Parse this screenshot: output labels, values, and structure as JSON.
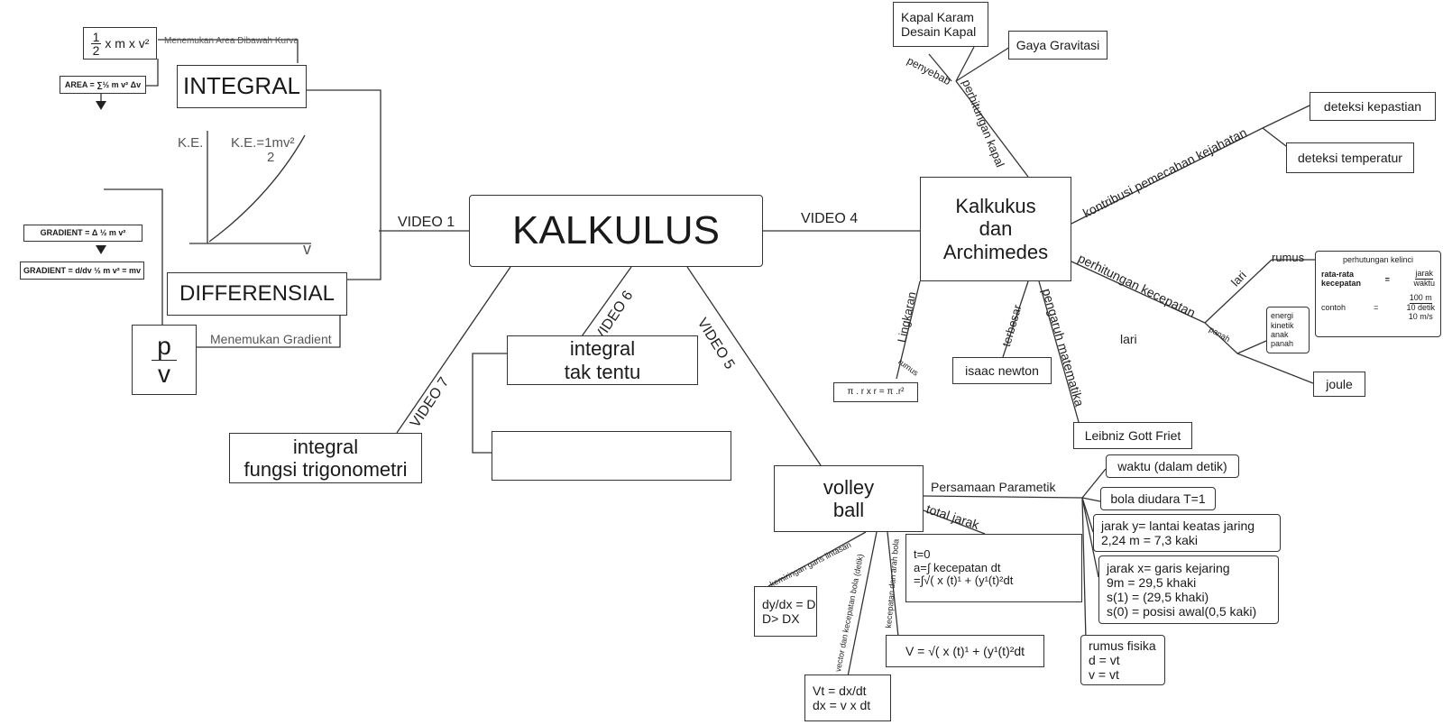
{
  "central": {
    "title": "KALKULUS"
  },
  "video_labels": {
    "v1": "VIDEO 1",
    "v4": "VIDEO 4",
    "v5": "VIDEO 5",
    "v6": "VIDEO 6",
    "v7": "VIDEO 7"
  },
  "left": {
    "integral": "INTEGRAL",
    "differensial": "DIFFERENSIAL",
    "area_label": "Menemukan Area Dibawah Kurva",
    "gradient_label": "Menemukan Gradient",
    "ke_formula": {
      "frac_num": "1",
      "frac_den": "2",
      "rest": "x m x v²"
    },
    "area_formula": "AREA = ∑½ m v² Δv",
    "gradient_formula_1": "GRADIENT = Δ ½ m v²",
    "gradient_formula_2": "GRADIENT = d/dv ½ m v² = mv",
    "p_over_v": {
      "num": "p",
      "den": "v"
    },
    "graph": {
      "y_label": "K.E.",
      "x_label": "v",
      "eq": "K.E.=1mv²",
      "eq_den": "2"
    }
  },
  "video6": {
    "node1_lines": [
      "integral",
      "tak tentu"
    ],
    "node2_lines": []
  },
  "video7": {
    "lines": [
      "integral",
      "fungsi trigonometri"
    ]
  },
  "video5": {
    "volley_lines": [
      "volley",
      "ball"
    ],
    "persamaan_label": "Persamaan Parametik",
    "total_jarak_label": "total jarak",
    "kemiringan_label": "kemiringan garis lintasan",
    "vector_label": "vector dan kecepatan bola (detik)",
    "kecepatan_label": "kecepatan dan arah bola",
    "dy_box": [
      "dy/dx = D",
      "D> DX"
    ],
    "vt_box": [
      "Vt = dx/dt",
      "dx = v x dt"
    ],
    "v_box": "V = √( x (t)¹ + (y¹(t)²dt",
    "t_box": [
      "t=0",
      "a=∫ kecepatan dt",
      "=∫√( x (t)¹ + (y¹(t)²dt"
    ],
    "waktu": "waktu (dalam detik)",
    "bola": "bola diudara T=1",
    "jarak_y": [
      "jarak y= lantai keatas jaring",
      "2,24 m = 7,3 kaki"
    ],
    "jarak_x": [
      "jarak x= garis kejaring",
      "9m = 29,5 khaki",
      "s(1) = (29,5 khaki)",
      "s(0) = posisi awal(0,5 kaki)"
    ],
    "rumus_fisika": [
      "rumus fisika",
      "d = vt",
      "v = vt"
    ]
  },
  "video4": {
    "archimedes_lines": [
      "Kalkukus",
      "dan",
      "Archimedes"
    ],
    "kapal_karam": [
      "Kapal Karam",
      "Desain Kapal"
    ],
    "gaya_gravitasi": "Gaya Gravitasi",
    "penyebab": "penyebab",
    "perhitungan_kapal": "perhitungan kapal",
    "kontribusi": "kontribusi pemecahan kejahatan",
    "deteksi_kepastian": "deteksi kepastian",
    "deteksi_temperatur": "deteksi temperatur",
    "perhitungan_kecepatan": "perhitungan kecepatan",
    "lari_branch": "lari",
    "rumus": "rumus",
    "panah": "panah",
    "perhitungan_kelinci": {
      "title": "perhutungan kelinci",
      "rata_label": [
        "rata-rata",
        "kecepatan"
      ],
      "rata_eq": "=",
      "rata_num": "jarak",
      "rata_den": "waktu",
      "contoh_label": "contoh",
      "contoh_eq": "=",
      "contoh_num": "100 m",
      "contoh_den": "10 detik",
      "contoh_res": "10 m/s"
    },
    "energi_box": [
      "energi",
      "kinetik",
      "anak",
      "panah"
    ],
    "joule": "joule",
    "lingkaran": "Lingkaran",
    "rumus_small": "rumus",
    "pi_formula": "π . r x r = π .r²",
    "terbesar": "terbesar",
    "isaac": "isaac newton",
    "pengaruh": "pengaruh matematika",
    "leibniz": "Leibniz Gott Friet",
    "lari_text": "lari"
  }
}
